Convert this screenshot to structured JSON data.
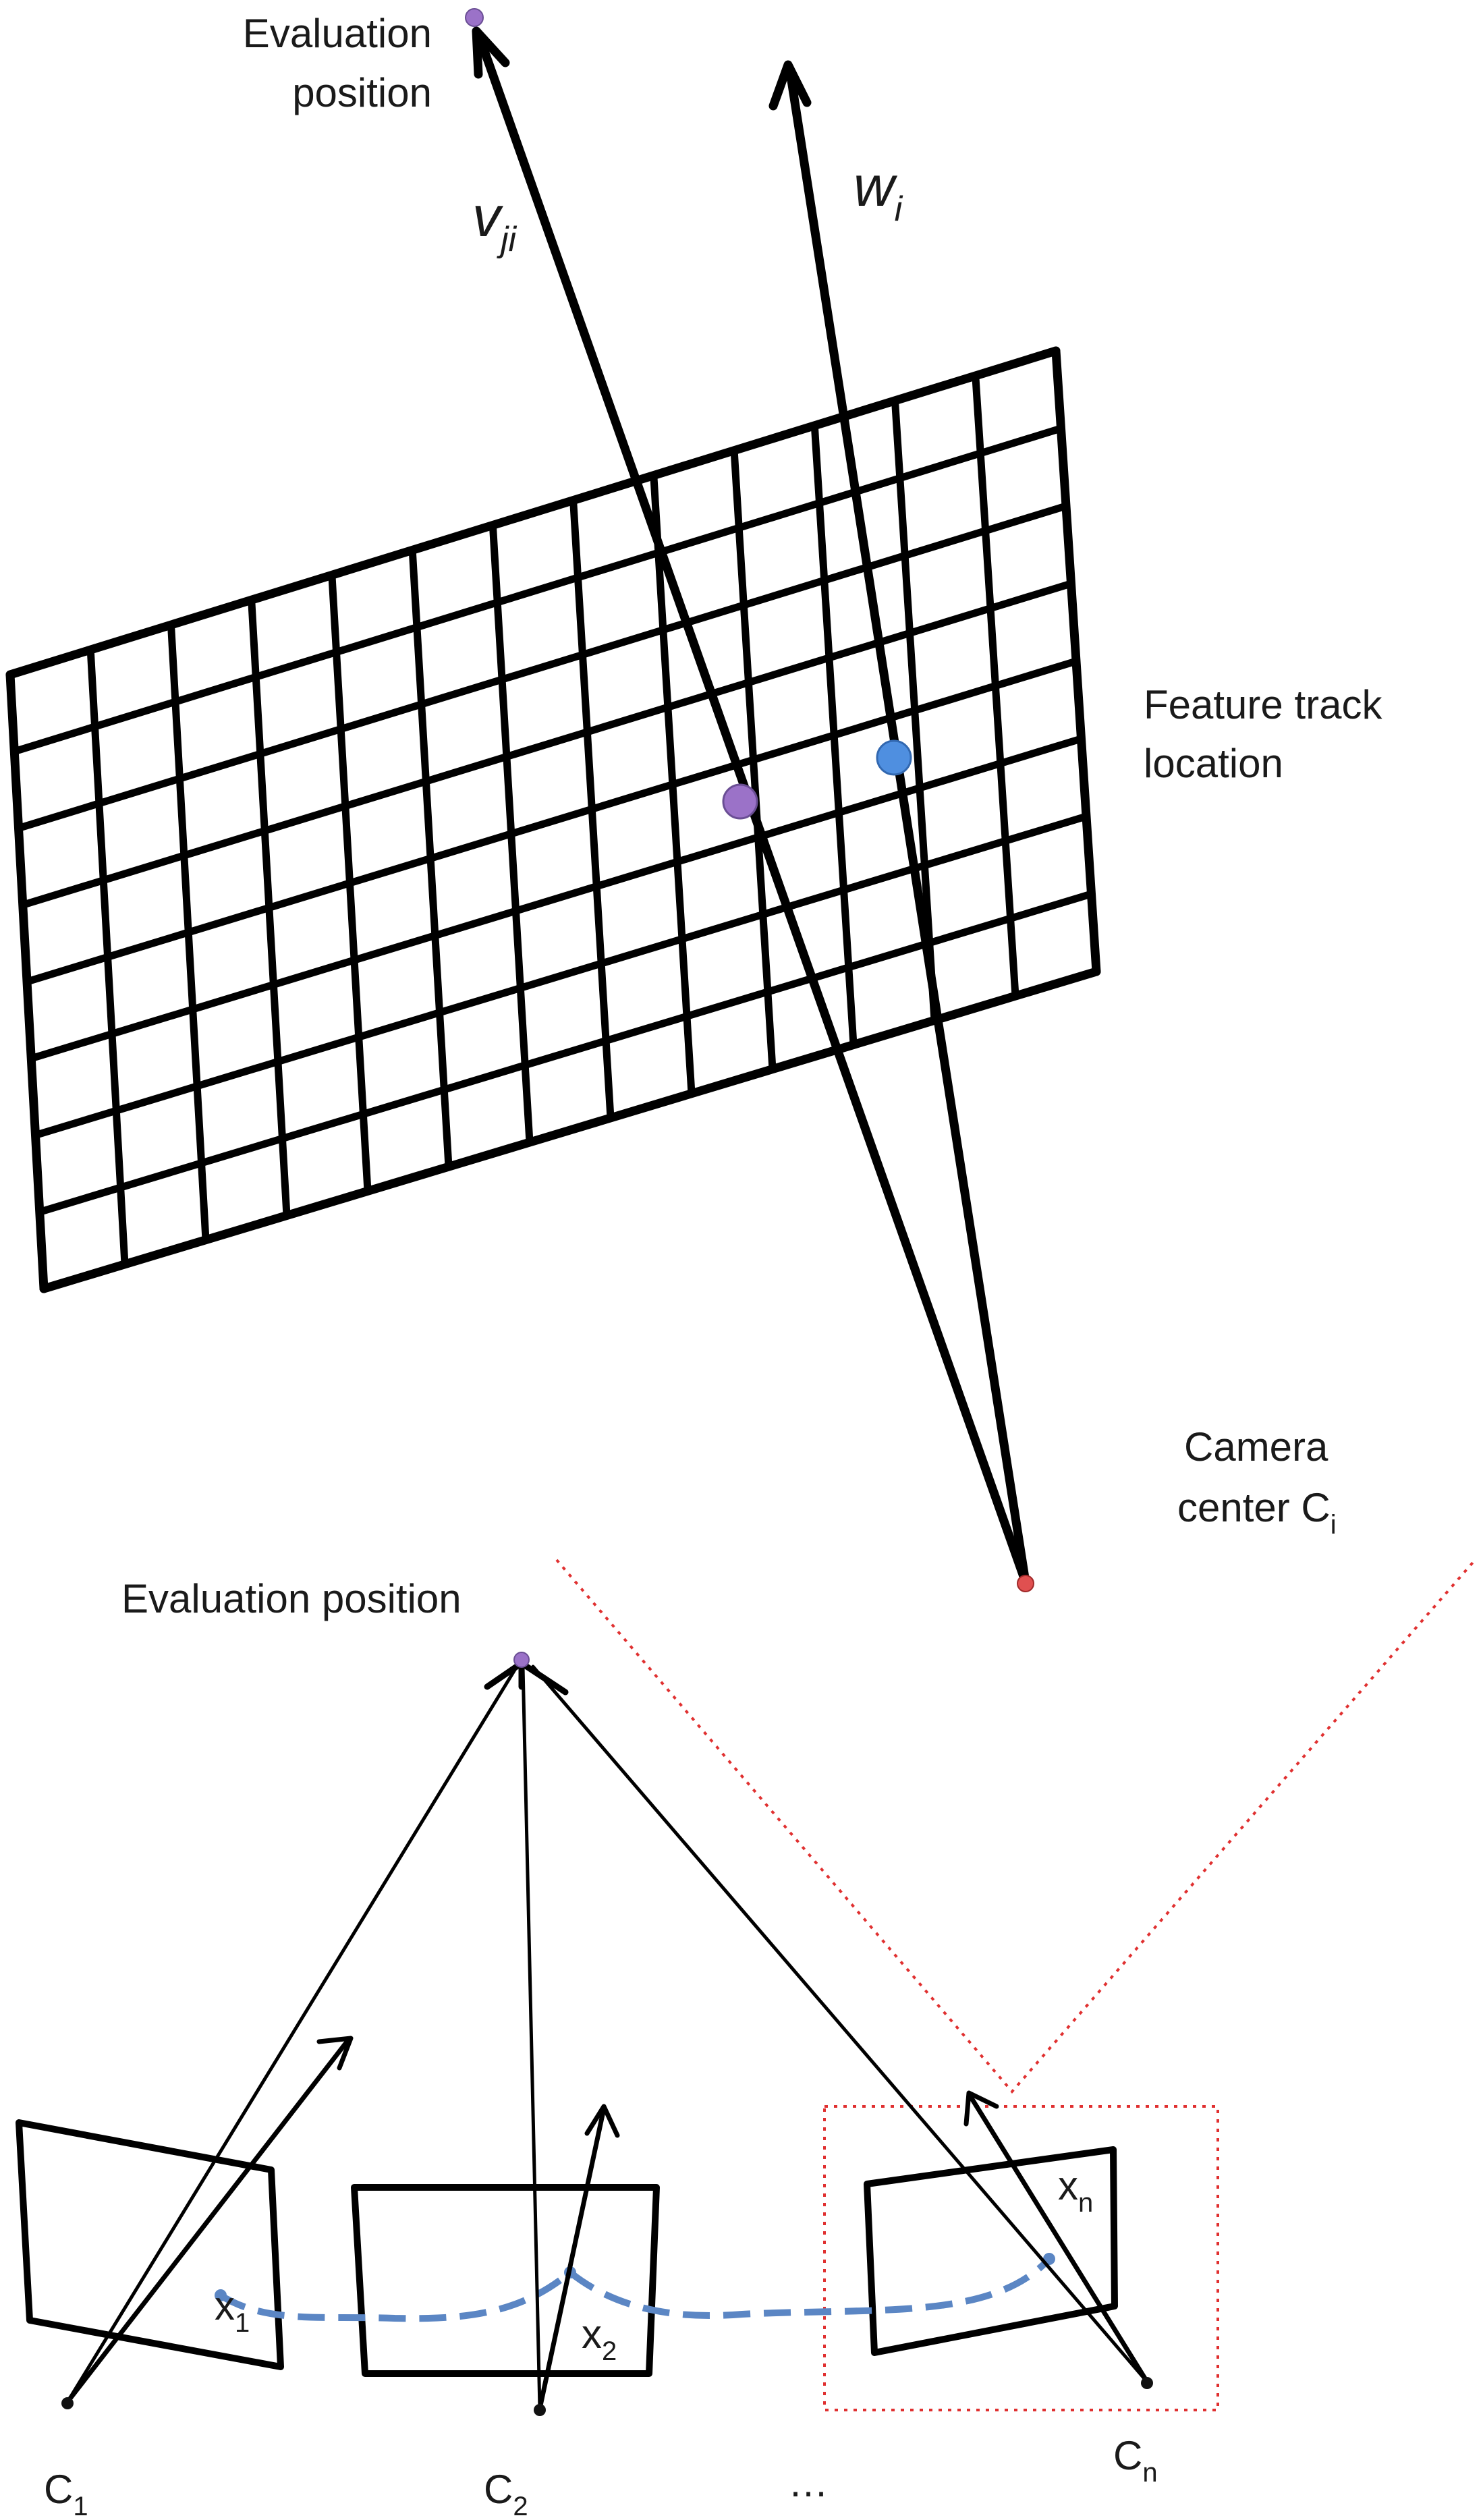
{
  "labels": {
    "top_evaluation_line1": "Evaluation",
    "top_evaluation_line2": "position",
    "v_main": "v",
    "v_sub": "ji",
    "w_main": "w",
    "w_sub": "i",
    "feature_line1": "Feature track",
    "feature_line2": "location",
    "camera_line1": "Camera",
    "camera_line2_main": "center C",
    "camera_line2_sub": "i",
    "bottom_evaluation": "Evaluation position",
    "x1_main": "x",
    "x1_sub": "1",
    "x2_main": "x",
    "x2_sub": "2",
    "xn_main": "x",
    "xn_sub": "n",
    "c1_main": "C",
    "c1_sub": "1",
    "c2_main": "C",
    "c2_sub": "2",
    "cn_main": "C",
    "cn_sub": "n",
    "ellipsis": "…"
  },
  "colors": {
    "evaluation_point": "#9b72c8",
    "feature_point_v": "#9b72c8",
    "feature_point_w": "#4f8fe0",
    "camera_center_point": "#e05050",
    "track_curve": "#5b86c4",
    "zoom_box": "#e03030",
    "ink": "#000000"
  },
  "icons": [
    "evaluation-point",
    "feature-point",
    "camera-center-point",
    "arrowhead"
  ]
}
